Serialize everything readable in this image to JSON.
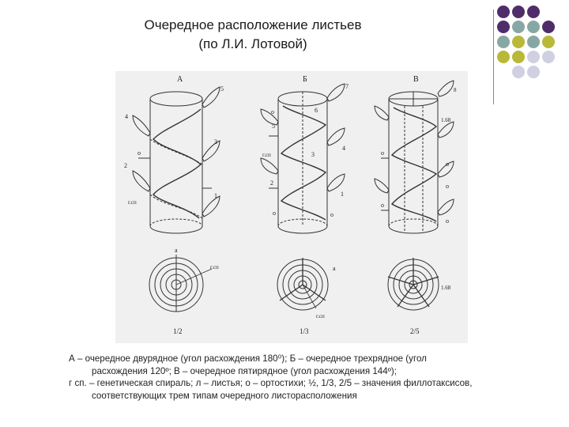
{
  "title": {
    "line1": "Очередное расположение листьев",
    "line2": "(по Л.И. Лотовой)"
  },
  "figure": {
    "panel_labels": [
      "А",
      "Б",
      "В"
    ],
    "fractions": [
      "1/2",
      "1/3",
      "2/5"
    ],
    "a_leaf_numbers": [
      "5",
      "4",
      "3",
      "2",
      "1"
    ],
    "a_small": [
      "о",
      "г.сп",
      "а",
      "г.сп",
      "о"
    ],
    "b_leaf_numbers": [
      "7",
      "6",
      "5",
      "4",
      "3",
      "2",
      "1"
    ],
    "b_small": [
      "о",
      "г.сп",
      "о",
      "о",
      "а",
      "г.сп"
    ],
    "c_small": [
      "8",
      "1.68",
      "о",
      "о",
      "о",
      "о",
      "о",
      "1.68"
    ]
  },
  "caption": {
    "line1": "А – очередное двурядное (угол расхождения 180⁰); Б – очередное трехрядное (угол",
    "line2": "расхождения 120º; В – очередное пятирядное (угол расхождения 144º);",
    "line3": "г сп. – генетическая спираль; л – листья; о – ортостихи; ½, 1/3, 2/5 – значения филлотаксисов,",
    "line4": "соответствующих трем типам очередного листорасположения"
  },
  "colors": {
    "purple": "#4f2d6b",
    "teal": "#87a7a4",
    "olive": "#b9b838",
    "lavender": "#cfd0e0"
  }
}
